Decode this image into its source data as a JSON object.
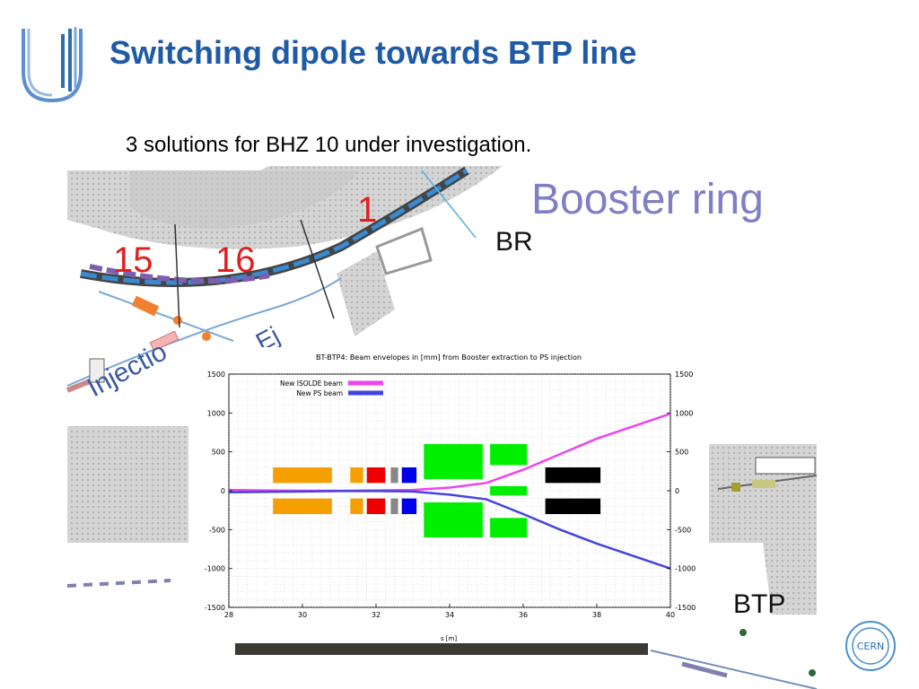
{
  "slide": {
    "title": "Switching dipole towards BTP line",
    "subtitle": "3 solutions for BHZ 10 under investigation."
  },
  "map_labels": {
    "booster_ring": "Booster ring",
    "br": "BR",
    "btp": "BTP",
    "num_1": "1",
    "num_15": "15",
    "num_16": "16",
    "injection": "Injectio",
    "ejection": "Ej"
  },
  "logo": {
    "cern_text": "CERN"
  },
  "colors": {
    "title_blue": "#1f5aa6",
    "isolde_beam": "#ee44ee",
    "ps_beam": "#4444dd",
    "orange_magnet": "#f5a000",
    "red_magnet": "#ee0000",
    "gray_element": "#888888",
    "blue_magnet": "#0000ee",
    "green_element": "#00ee00",
    "black_element": "#000000"
  },
  "chart_data": {
    "type": "line",
    "title": "BT-BTP4: Beam envelopes in [mm] from Booster extraction to PS injection",
    "xlabel": "s [m]",
    "ylabel": "",
    "xlim": [
      28,
      40
    ],
    "ylim": [
      -1500,
      1500
    ],
    "x_ticks": [
      28,
      30,
      32,
      34,
      36,
      38,
      40
    ],
    "y_ticks": [
      -1500,
      -1000,
      -500,
      0,
      500,
      1000,
      1500
    ],
    "grid": true,
    "legend_position": "top-left",
    "series": [
      {
        "name": "New ISOLDE beam",
        "color": "#ee44ee",
        "points": [
          [
            28,
            10
          ],
          [
            29,
            5
          ],
          [
            30,
            0
          ],
          [
            31,
            0
          ],
          [
            32,
            5
          ],
          [
            33,
            10
          ],
          [
            34,
            40
          ],
          [
            35,
            100
          ],
          [
            36,
            270
          ],
          [
            37,
            470
          ],
          [
            38,
            670
          ],
          [
            39,
            830
          ],
          [
            40,
            990
          ]
        ]
      },
      {
        "name": "New PS beam",
        "color": "#4444dd",
        "points": [
          [
            28,
            -20
          ],
          [
            29,
            -15
          ],
          [
            30,
            -10
          ],
          [
            31,
            -5
          ],
          [
            32,
            -5
          ],
          [
            33,
            -10
          ],
          [
            34,
            -50
          ],
          [
            35,
            -110
          ],
          [
            36,
            -300
          ],
          [
            37,
            -500
          ],
          [
            38,
            -680
          ],
          [
            39,
            -840
          ],
          [
            40,
            -1000
          ]
        ]
      }
    ],
    "elements": [
      {
        "color": "#f5a000",
        "s_start": 29.2,
        "s_end": 30.8,
        "y_low": 100,
        "y_high": 300
      },
      {
        "color": "#f5a000",
        "s_start": 29.2,
        "s_end": 30.8,
        "y_low": -300,
        "y_high": -100
      },
      {
        "color": "#f5a000",
        "s_start": 31.3,
        "s_end": 31.65,
        "y_low": 100,
        "y_high": 300
      },
      {
        "color": "#f5a000",
        "s_start": 31.3,
        "s_end": 31.65,
        "y_low": -300,
        "y_high": -100
      },
      {
        "color": "#ee0000",
        "s_start": 31.75,
        "s_end": 32.25,
        "y_low": 100,
        "y_high": 300
      },
      {
        "color": "#ee0000",
        "s_start": 31.75,
        "s_end": 32.25,
        "y_low": -300,
        "y_high": -100
      },
      {
        "color": "#888888",
        "s_start": 32.4,
        "s_end": 32.6,
        "y_low": 100,
        "y_high": 300
      },
      {
        "color": "#888888",
        "s_start": 32.4,
        "s_end": 32.6,
        "y_low": -300,
        "y_high": -100
      },
      {
        "color": "#0000ee",
        "s_start": 32.7,
        "s_end": 33.1,
        "y_low": 100,
        "y_high": 300
      },
      {
        "color": "#0000ee",
        "s_start": 32.7,
        "s_end": 33.1,
        "y_low": -300,
        "y_high": -100
      },
      {
        "color": "#00ee00",
        "s_start": 33.3,
        "s_end": 34.9,
        "y_low": 150,
        "y_high": 600
      },
      {
        "color": "#00ee00",
        "s_start": 33.3,
        "s_end": 34.9,
        "y_low": -600,
        "y_high": -150
      },
      {
        "color": "#00ee00",
        "s_start": 35.1,
        "s_end": 36.1,
        "y_low": 330,
        "y_high": 600
      },
      {
        "color": "#00ee00",
        "s_start": 35.1,
        "s_end": 36.1,
        "y_low": -60,
        "y_high": 60
      },
      {
        "color": "#00ee00",
        "s_start": 35.1,
        "s_end": 36.1,
        "y_low": -600,
        "y_high": -350
      },
      {
        "color": "#000000",
        "s_start": 36.6,
        "s_end": 38.1,
        "y_low": 100,
        "y_high": 300
      },
      {
        "color": "#000000",
        "s_start": 36.6,
        "s_end": 38.1,
        "y_low": -300,
        "y_high": -100
      }
    ]
  }
}
